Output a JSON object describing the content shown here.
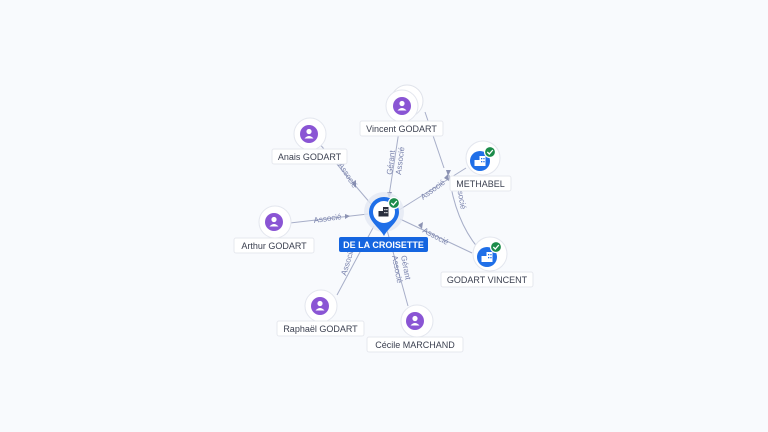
{
  "graph": {
    "center": {
      "label": "DE LA CROISETTE",
      "type": "company",
      "verified": true
    },
    "nodes": [
      {
        "id": "vincent",
        "label": "Vincent GODART",
        "type": "person",
        "stacked": true
      },
      {
        "id": "anais",
        "label": "Anais GODART",
        "type": "person",
        "stacked": false
      },
      {
        "id": "methabel",
        "label": "METHABEL",
        "type": "company",
        "verified": true
      },
      {
        "id": "arthur",
        "label": "Arthur GODART",
        "type": "person",
        "stacked": false
      },
      {
        "id": "godartv",
        "label": "GODART VINCENT",
        "type": "company",
        "verified": true
      },
      {
        "id": "raphael",
        "label": "Raphaël GODART",
        "type": "person",
        "stacked": false
      },
      {
        "id": "cecile",
        "label": "Cécile MARCHAND",
        "type": "person",
        "stacked": false
      }
    ],
    "edges": [
      {
        "from": "vincent",
        "to": "center",
        "label": "Gérant",
        "label2": "Associé"
      },
      {
        "from": "anais",
        "to": "center",
        "label": "Associé"
      },
      {
        "from": "arthur",
        "to": "center",
        "label": "Associé"
      },
      {
        "from": "raphael",
        "to": "center",
        "label": "Associé"
      },
      {
        "from": "cecile",
        "to": "center",
        "label": "Gérant",
        "label2": "Associé"
      },
      {
        "from": "methabel",
        "to": "center",
        "label": "Associé"
      },
      {
        "from": "godartv",
        "to": "center",
        "label": "Associé"
      },
      {
        "from": "vincent",
        "to": "methabel",
        "label": ""
      },
      {
        "from": "methabel",
        "to": "godartv",
        "label": "Associé"
      }
    ]
  }
}
